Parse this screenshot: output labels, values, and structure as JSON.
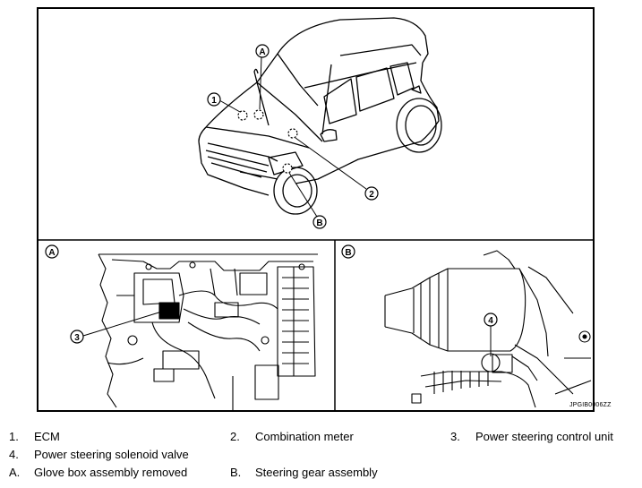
{
  "callouts": {
    "c1": "1",
    "c2": "2",
    "c3": "3",
    "c4": "4",
    "cA": "A",
    "cB": "B",
    "detailA": "A",
    "detailB": "B"
  },
  "image_code": "JPGIB0006ZZ",
  "legend": [
    {
      "num": "1.",
      "text": "ECM"
    },
    {
      "num": "2.",
      "text": "Combination meter"
    },
    {
      "num": "3.",
      "text": "Power steering control unit"
    },
    {
      "num": "4.",
      "text": "Power steering solenoid valve"
    },
    {
      "num": "A.",
      "text": "Glove box assembly removed"
    },
    {
      "num": "B.",
      "text": "Steering gear assembly"
    }
  ]
}
